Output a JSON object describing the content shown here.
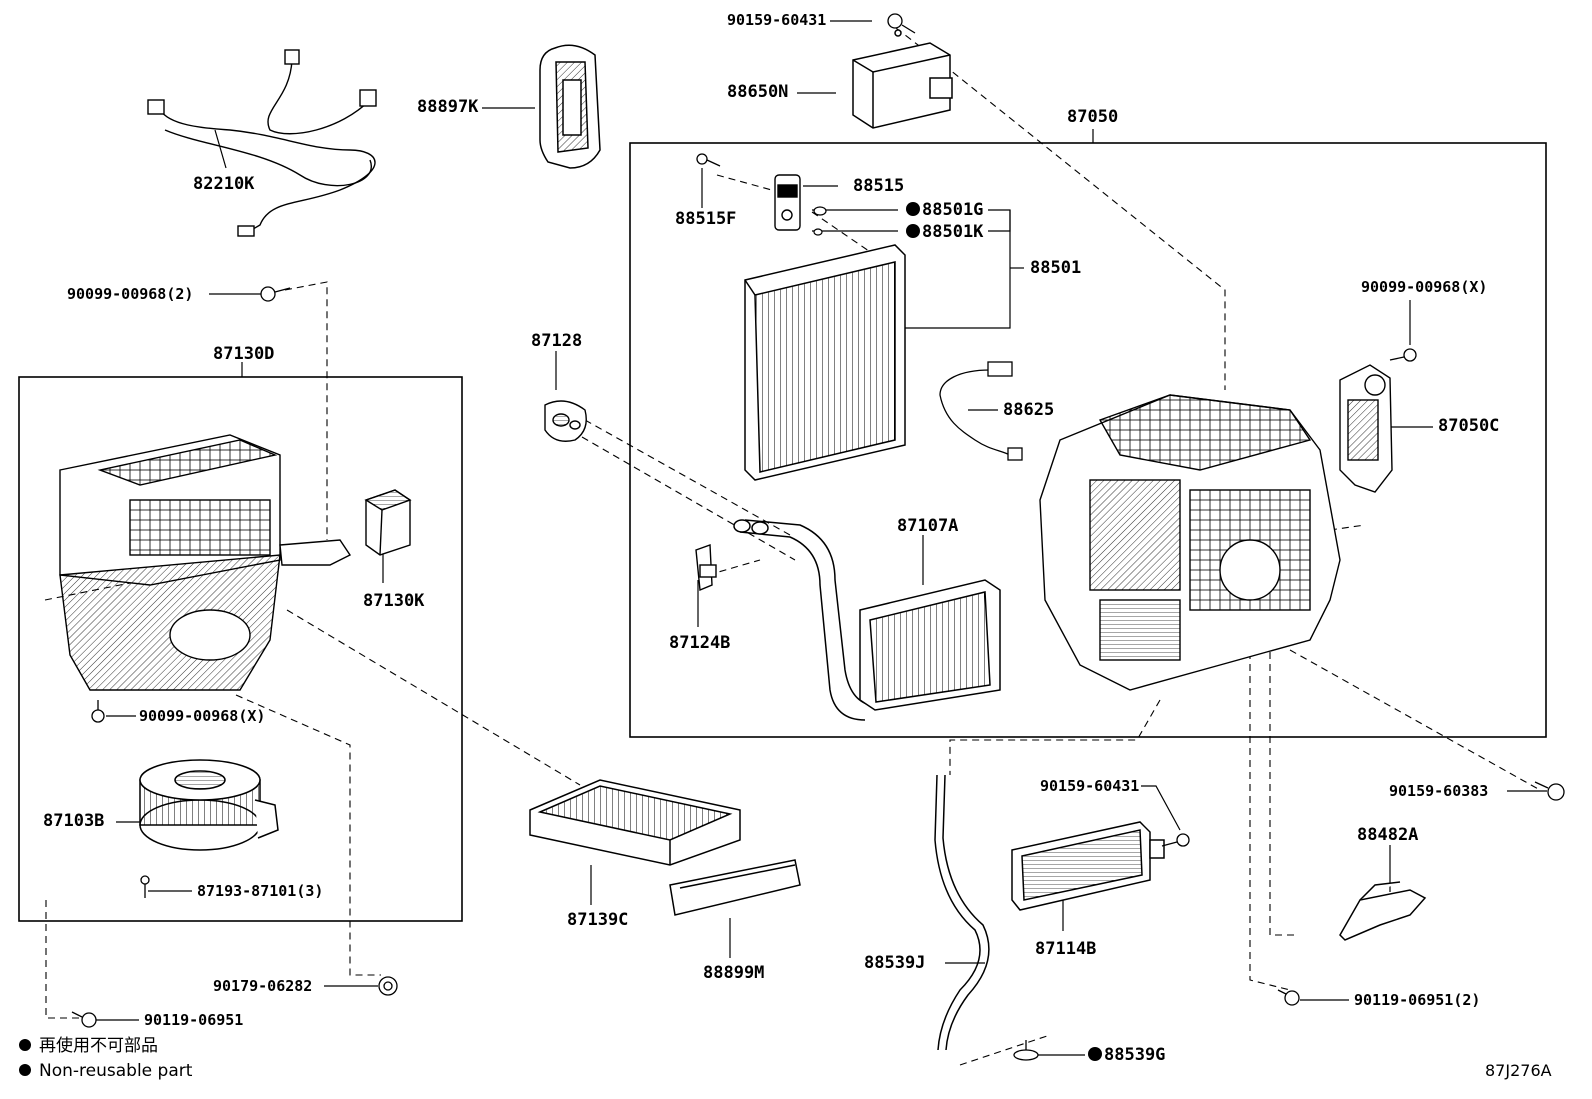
{
  "labels": {
    "bolt_top": "90159-60431",
    "ecu": "88650N",
    "unit_assy": "87050",
    "duct": "88897K",
    "harness": "82210K",
    "screw_left_top": "90099-00968(2)",
    "blower_case": "87130D",
    "servo_small": "87130K",
    "exp_valve": "88515",
    "exp_bolt": "88515F",
    "oring_g": "88501G",
    "oring_k": "88501K",
    "evap": "88501",
    "thermistor": "88625",
    "screw_right_top": "90099-00968(X)",
    "servo_right": "87050C",
    "grommet": "87128",
    "heater_core": "87107A",
    "clamp": "87124B",
    "screw_blower": "90099-00968(X)",
    "blower_motor": "87103B",
    "motor_screw": "87193-87101(3)",
    "filter": "87139C",
    "filter_cover": "88899M",
    "ptc_bolt": "90159-60431",
    "ptc_heater": "87114B",
    "drain_hose": "88539J",
    "drain_clip": "88539G",
    "bolt_right": "90159-60383",
    "bracket": "88482A",
    "nut_bottom": "90119-06951(2)",
    "bolt_blower": "90179-06282",
    "nut_left": "90119-06951"
  },
  "legend": {
    "jp": "再使用不可部品",
    "en": "Non-reusable part"
  },
  "figure_code": "87J276A"
}
